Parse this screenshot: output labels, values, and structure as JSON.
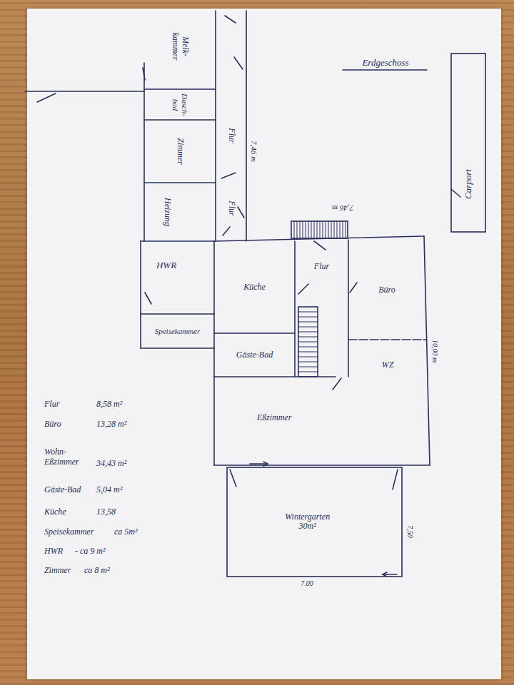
{
  "diagram": {
    "nodes": [
      {
        "text": [
          "Melk- kammer"
        ]
      },
      {
        "text": [
          "Flur"
        ]
      },
      {
        "text": [
          "Dusch- bad"
        ]
      },
      {
        "text": [
          "Zimmer"
        ]
      },
      {
        "text": [
          "Heizung"
        ]
      },
      {
        "text": [
          "Flur"
        ]
      },
      {
        "text": [
          "Carport"
        ]
      },
      {
        "text": [
          "HWR"
        ]
      },
      {
        "text": [
          "Küche"
        ]
      },
      {
        "text": [
          "Flur"
        ]
      },
      {
        "text": [
          "Büro"
        ]
      },
      {
        "text": [
          "Speisekammer"
        ]
      },
      {
        "text": [
          "Gäste-Bad"
        ]
      },
      {
        "text": [
          "WZ"
        ]
      },
      {
        "text": [
          "Eßzimmer"
        ]
      },
      {
        "text": [
          "Wintergarten",
          "30m²"
        ]
      }
    ],
    "labels": [
      "Erdgeschoss",
      "7,46 m",
      "7,46 m",
      "10,00 m",
      "7,50",
      "7.00",
      "Flur",
      "8,58 m²",
      "Büro",
      "13,28 m²",
      "Wohn- Eßzimmer",
      "34,43 m²",
      "Gäste-Bad",
      "5,04 m²",
      "Küche",
      "13,58",
      "Speisekammer",
      "ca 5m²",
      "HWR",
      "- ca 9 m²",
      "Zimmer",
      "ca 8 m²"
    ]
  }
}
